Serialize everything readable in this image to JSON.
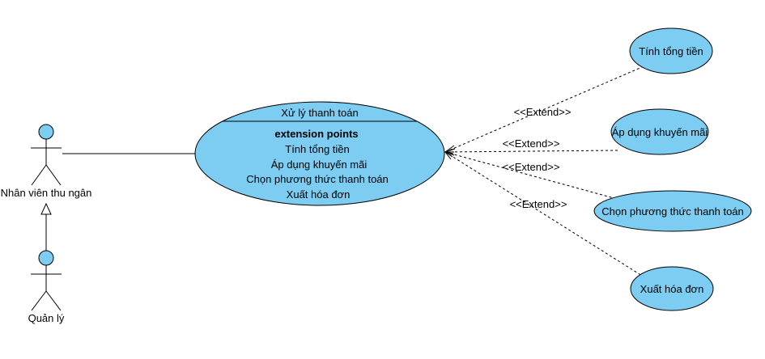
{
  "actors": {
    "cashier": "Nhân viên thu ngân",
    "manager": "Quản lý"
  },
  "main_use_case": {
    "name": "Xử lý thanh toán",
    "extension_points_title": "extension points",
    "extension_points": [
      "Tính tổng tiền",
      "Áp dụng khuyến mãi",
      "Chọn phương thức thanh toán",
      "Xuất hóa đơn"
    ]
  },
  "extension_use_cases": [
    "Tính tổng tiền",
    "Áp dụng khuyến mãi",
    "Chọn phương thức thanh toán",
    "Xuất hóa đơn"
  ],
  "relations": {
    "extend_label": "<<Extend>>"
  },
  "colors": {
    "use_case_fill": "#7dcdf2",
    "actor_head": "#7dcdf2",
    "stroke": "#000000"
  }
}
